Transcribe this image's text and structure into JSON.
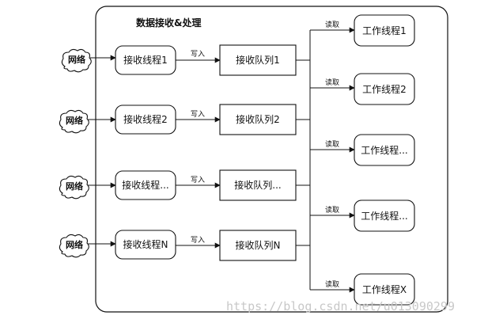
{
  "title": "数据接收&处理",
  "network_label": "网络",
  "write_label": "写入",
  "read_label": "读取",
  "receive_threads": [
    "接收线程1",
    "接收线程2",
    "接收线程...",
    "接收线程N"
  ],
  "receive_queues": [
    "接收队列1",
    "接收队列2",
    "接收队列...",
    "接收队列N"
  ],
  "worker_threads": [
    "工作线程1",
    "工作线程2",
    "工作线程...",
    "工作线程...",
    "工作线程X"
  ],
  "watermark": "https://blog.csdn.net/u013090299",
  "colors": {
    "stroke": "#111111",
    "watermark": "#c8c8c8",
    "background": "#ffffff"
  }
}
